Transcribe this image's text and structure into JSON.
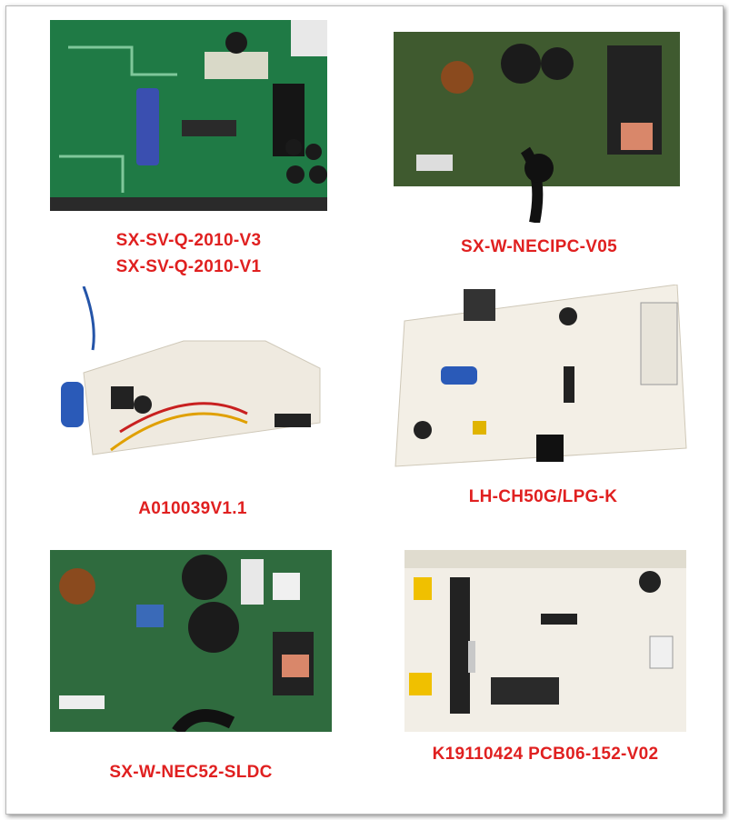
{
  "products": [
    {
      "labels": [
        "SX-SV-Q-2010-V3",
        "SX-SV-Q-2010-V1"
      ],
      "board": "green-control-board"
    },
    {
      "labels": [
        "SX-W-NECIPC-V05"
      ],
      "board": "green-inverter-board"
    },
    {
      "labels": [
        "A010039V1.1"
      ],
      "board": "white-display-board"
    },
    {
      "labels": [
        "LH-CH50G/LPG-K"
      ],
      "board": "white-control-board"
    },
    {
      "labels": [
        "SX-W-NEC52-SLDC"
      ],
      "board": "green-inverter-board"
    },
    {
      "labels": [
        "K19110424 PCB06-152-V02"
      ],
      "board": "white-relay-board"
    }
  ],
  "colors": {
    "label": "#e02020",
    "frame": "#b9b9b9"
  }
}
